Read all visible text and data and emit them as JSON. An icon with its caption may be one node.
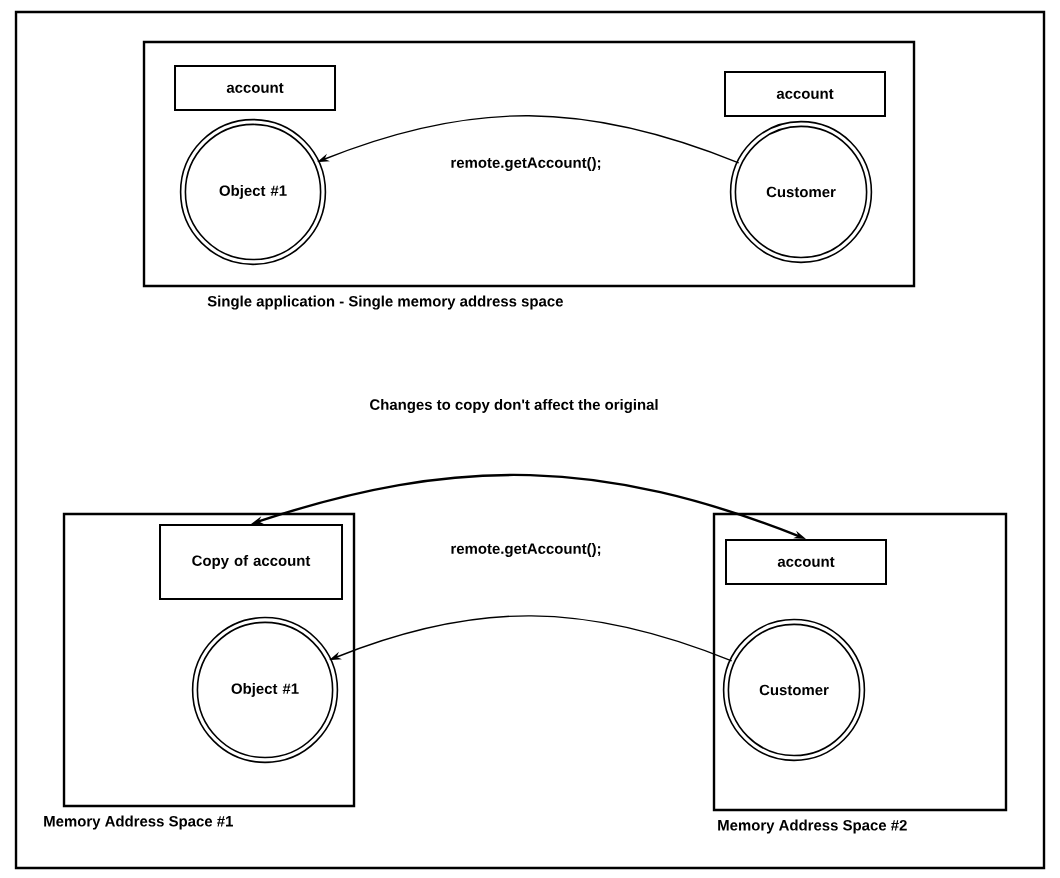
{
  "diagram": {
    "nodes": [
      {
        "text": [
          "Single application - Single memory address space"
        ]
      },
      {
        "text": [
          "account"
        ],
        "in": 0
      },
      {
        "text": [
          "Object #1"
        ],
        "in": 0
      },
      {
        "text": [
          "account"
        ],
        "in": 0
      },
      {
        "text": [
          "Customer"
        ],
        "in": 0
      },
      {
        "text": [
          "Memory Address Space #1"
        ]
      },
      {
        "text": [
          "Copy of account"
        ],
        "in": 5
      },
      {
        "text": [
          "Object #1"
        ],
        "in": 5
      },
      {
        "text": [
          "Memory Address Space #2"
        ]
      },
      {
        "text": [
          "account"
        ],
        "in": 8
      },
      {
        "text": [
          "Customer"
        ],
        "in": 8
      }
    ],
    "edges": [
      {
        "from": 4,
        "to": 2,
        "arrow": "to",
        "label": "remote.getAccount();"
      },
      {
        "from": 6,
        "to": 9,
        "arrow": "both",
        "label": "Changes to copy don't affect the original"
      },
      {
        "from": 10,
        "to": 7,
        "arrow": "to",
        "label": "remote.getAccount();"
      }
    ]
  }
}
